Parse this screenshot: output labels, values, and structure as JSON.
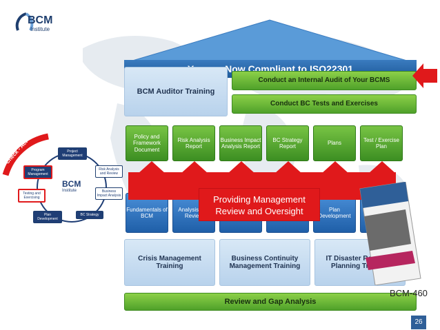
{
  "logo": {
    "name": "BCM",
    "subtitle": "Institute"
  },
  "banner": "You are Now Compliant to ISO22301",
  "auditor_training": "BCM Auditor Training",
  "internal_audit": "Conduct an Internal Audit of Your BCMS",
  "bc_tests": "Conduct BC Tests and Exercises",
  "green_pillars": [
    "Policy and Framework Document",
    "Risk Analysis Report",
    "Business Impact Analysis Report",
    "BC Strategy Report",
    "Plans",
    "Test / Exercise Plan"
  ],
  "blue_pillars": [
    "Fundamentals of BCM",
    "Analysis and Review",
    "",
    "",
    "Plan Development",
    ""
  ],
  "callout": "Providing Management Review and Oversight",
  "trainings": [
    "Crisis Management Training",
    "Business Continuity Management Training",
    "IT Disaster Recovery Planning Training"
  ],
  "review_gap": "Review and Gap Analysis",
  "cycle": {
    "arc_label": "Check - Act",
    "center": "BCM",
    "center_sub": "Institute",
    "nodes": {
      "project_management": "Project Management",
      "risk_analysis": "Risk Analysis and Review",
      "bia": "Business Impact Analysis",
      "bc_strategy": "BC Strategy",
      "plan_development": "Plan Development",
      "testing": "Testing and Exercising",
      "program_management": "Program Management"
    }
  },
  "book_label": "BCM-460",
  "page_number": "26",
  "colors": {
    "accent_red": "#e0191b",
    "brand_blue": "#1f3e75",
    "green": "#4fa12a"
  }
}
